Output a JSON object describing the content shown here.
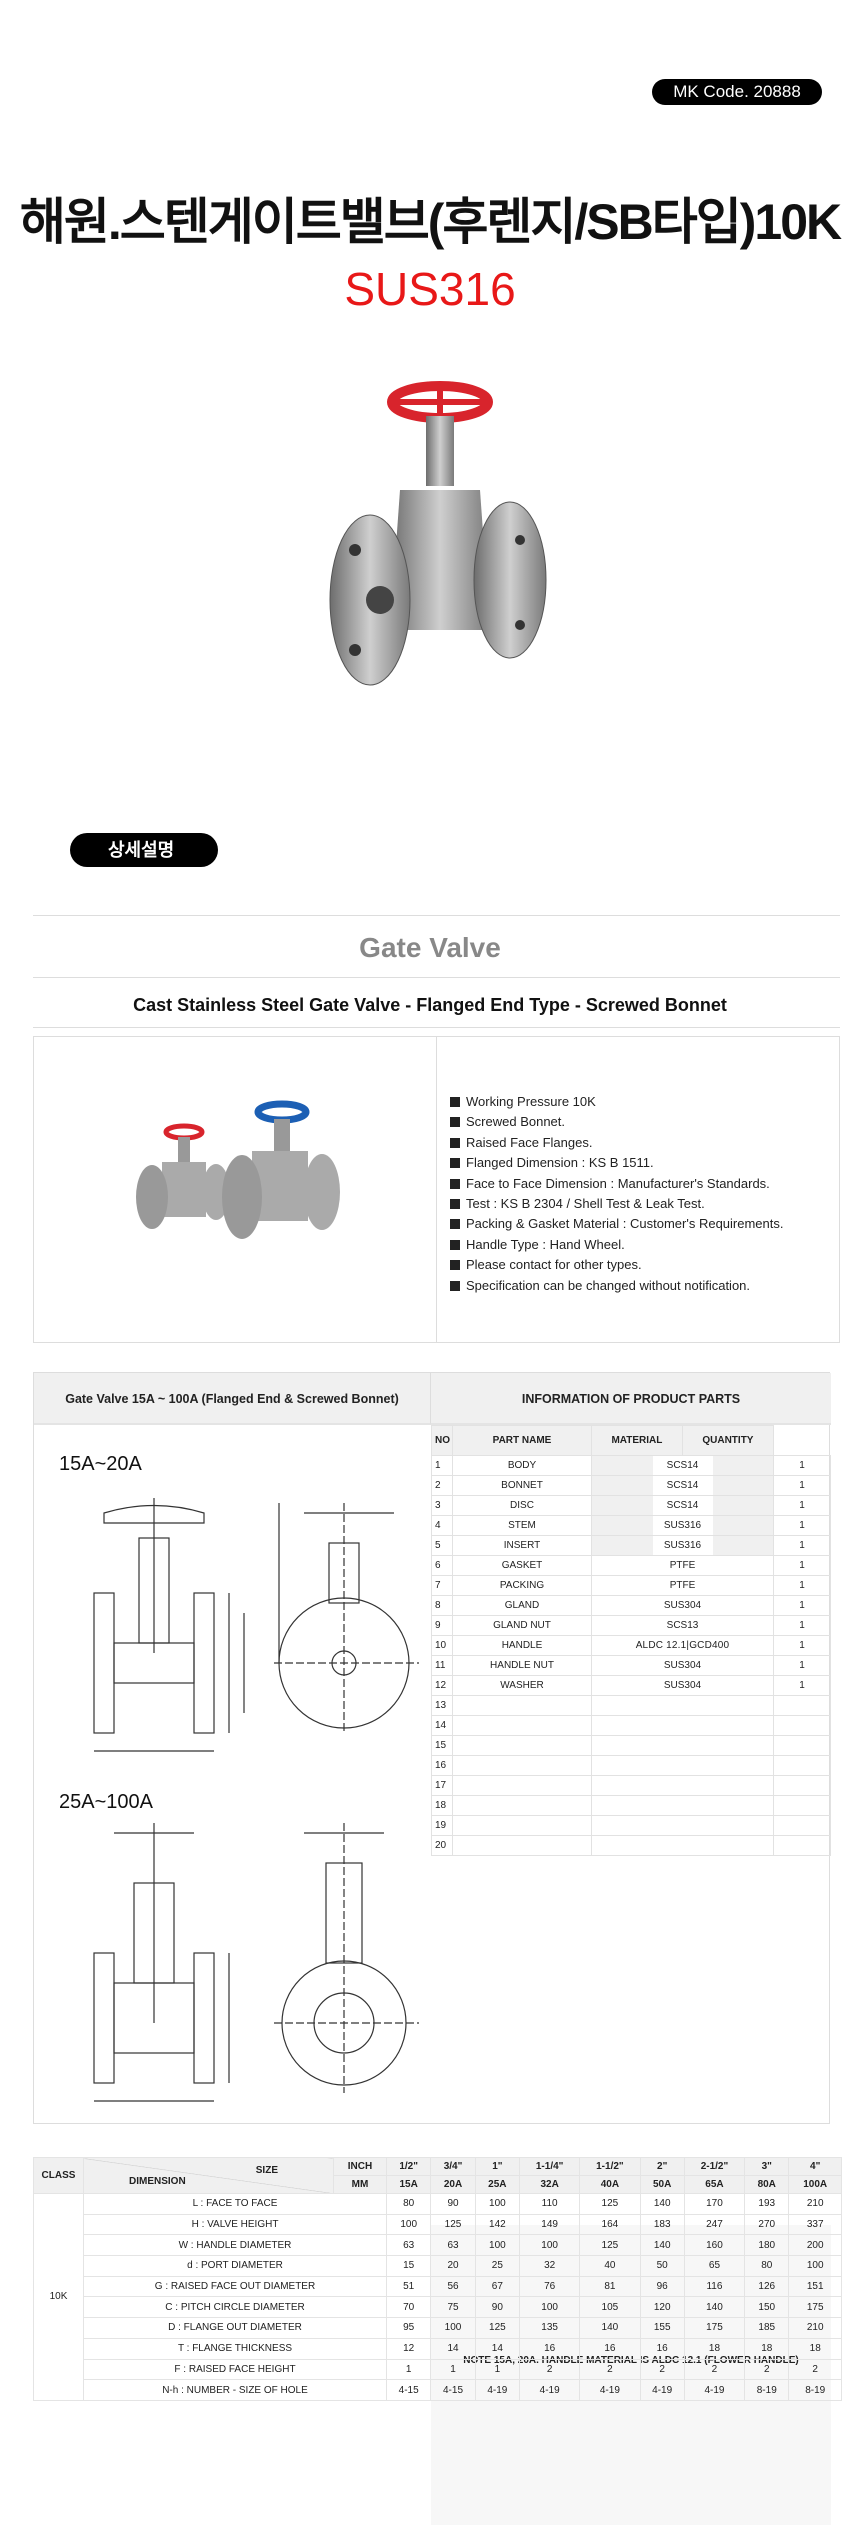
{
  "header": {
    "mk_code": "MK Code. 20888",
    "title": "해원.스텐게이트밸브(후렌지/SB타입)10K",
    "material": "SUS316",
    "detail_button": "상세설명"
  },
  "section": {
    "title": "Gate Valve",
    "subtitle": "Cast Stainless Steel Gate Valve - Flanged End Type - Screwed Bonnet"
  },
  "specs": [
    "Working Pressure 10K",
    "Screwed Bonnet.",
    "Raised Face Flanges.",
    "Flanged Dimension : KS B 1511.",
    "Face to Face Dimension : Manufacturer's Standards.",
    "Test : KS B 2304 / Shell Test & Leak Test.",
    "Packing & Gasket Material : Customer's Requirements.",
    "Handle Type : Hand Wheel.",
    "Please contact for other types.",
    "Specification can be changed without notification."
  ],
  "drawing": {
    "header": "Gate Valve 15A ~ 100A (Flanged End & Screwed Bonnet)",
    "label_small": "15A~20A",
    "label_large": "25A~100A"
  },
  "parts": {
    "header": "INFORMATION OF PRODUCT PARTS",
    "columns": [
      "NO",
      "PART   NAME",
      "MATERIAL",
      "QUANTITY"
    ],
    "rows": [
      [
        "1",
        "BODY",
        "SCS14",
        "1"
      ],
      [
        "2",
        "BONNET",
        "SCS14",
        "1"
      ],
      [
        "3",
        "DISC",
        "SCS14",
        "1"
      ],
      [
        "4",
        "STEM",
        "SUS316",
        "1"
      ],
      [
        "5",
        "INSERT",
        "SUS316",
        "1"
      ],
      [
        "6",
        "GASKET",
        "PTFE",
        "1"
      ],
      [
        "7",
        "PACKING",
        "PTFE",
        "1"
      ],
      [
        "8",
        "GLAND",
        "SUS304",
        "1"
      ],
      [
        "9",
        "GLAND NUT",
        "SCS13",
        "1"
      ],
      [
        "10",
        "HANDLE",
        "ALDC 12.1|GCD400",
        "1"
      ],
      [
        "11",
        "HANDLE NUT",
        "SUS304",
        "1"
      ],
      [
        "12",
        "WASHER",
        "SUS304",
        "1"
      ],
      [
        "13",
        "",
        "",
        ""
      ],
      [
        "14",
        "",
        "",
        ""
      ],
      [
        "15",
        "",
        "",
        ""
      ],
      [
        "16",
        "",
        "",
        ""
      ],
      [
        "17",
        "",
        "",
        ""
      ],
      [
        "18",
        "",
        "",
        ""
      ],
      [
        "19",
        "",
        "",
        ""
      ],
      [
        "20",
        "",
        "",
        ""
      ]
    ],
    "note": "NOTE 15A, 20A. HANDLE MATERIAL IS ALDC 12.1 (FLOWER HANDLE)"
  },
  "dimensions": {
    "class_label": "CLASS",
    "size_label": "SIZE",
    "dimension_label": "DIMENSION",
    "inch_label": "INCH",
    "mm_label": "MM",
    "class_value": "10K",
    "inch": [
      "1/2\"",
      "3/4\"",
      "1\"",
      "1-1/4\"",
      "1-1/2\"",
      "2\"",
      "2-1/2\"",
      "3\"",
      "4\""
    ],
    "mm": [
      "15A",
      "20A",
      "25A",
      "32A",
      "40A",
      "50A",
      "65A",
      "80A",
      "100A"
    ],
    "rows": [
      {
        "name": "L : FACE TO FACE",
        "values": [
          "80",
          "90",
          "100",
          "110",
          "125",
          "140",
          "170",
          "193",
          "210"
        ]
      },
      {
        "name": "H : VALVE HEIGHT",
        "values": [
          "100",
          "125",
          "142",
          "149",
          "164",
          "183",
          "247",
          "270",
          "337"
        ]
      },
      {
        "name": "W : HANDLE DIAMETER",
        "values": [
          "63",
          "63",
          "100",
          "100",
          "125",
          "140",
          "160",
          "180",
          "200"
        ]
      },
      {
        "name": "d : PORT DIAMETER",
        "values": [
          "15",
          "20",
          "25",
          "32",
          "40",
          "50",
          "65",
          "80",
          "100"
        ]
      },
      {
        "name": "G : RAISED FACE OUT DIAMETER",
        "values": [
          "51",
          "56",
          "67",
          "76",
          "81",
          "96",
          "116",
          "126",
          "151"
        ]
      },
      {
        "name": "C : PITCH CIRCLE DIAMETER",
        "values": [
          "70",
          "75",
          "90",
          "100",
          "105",
          "120",
          "140",
          "150",
          "175"
        ]
      },
      {
        "name": "D : FLANGE OUT DIAMETER",
        "values": [
          "95",
          "100",
          "125",
          "135",
          "140",
          "155",
          "175",
          "185",
          "210"
        ]
      },
      {
        "name": "T : FLANGE THICKNESS",
        "values": [
          "12",
          "14",
          "14",
          "16",
          "16",
          "16",
          "18",
          "18",
          "18"
        ]
      },
      {
        "name": "F : RAISED FACE HEIGHT",
        "values": [
          "1",
          "1",
          "1",
          "2",
          "2",
          "2",
          "2",
          "2",
          "2"
        ]
      },
      {
        "name": "N-h : NUMBER - SIZE OF HOLE",
        "values": [
          "4-15",
          "4-15",
          "4-19",
          "4-19",
          "4-19",
          "4-19",
          "4-19",
          "8-19",
          "8-19"
        ]
      }
    ]
  }
}
